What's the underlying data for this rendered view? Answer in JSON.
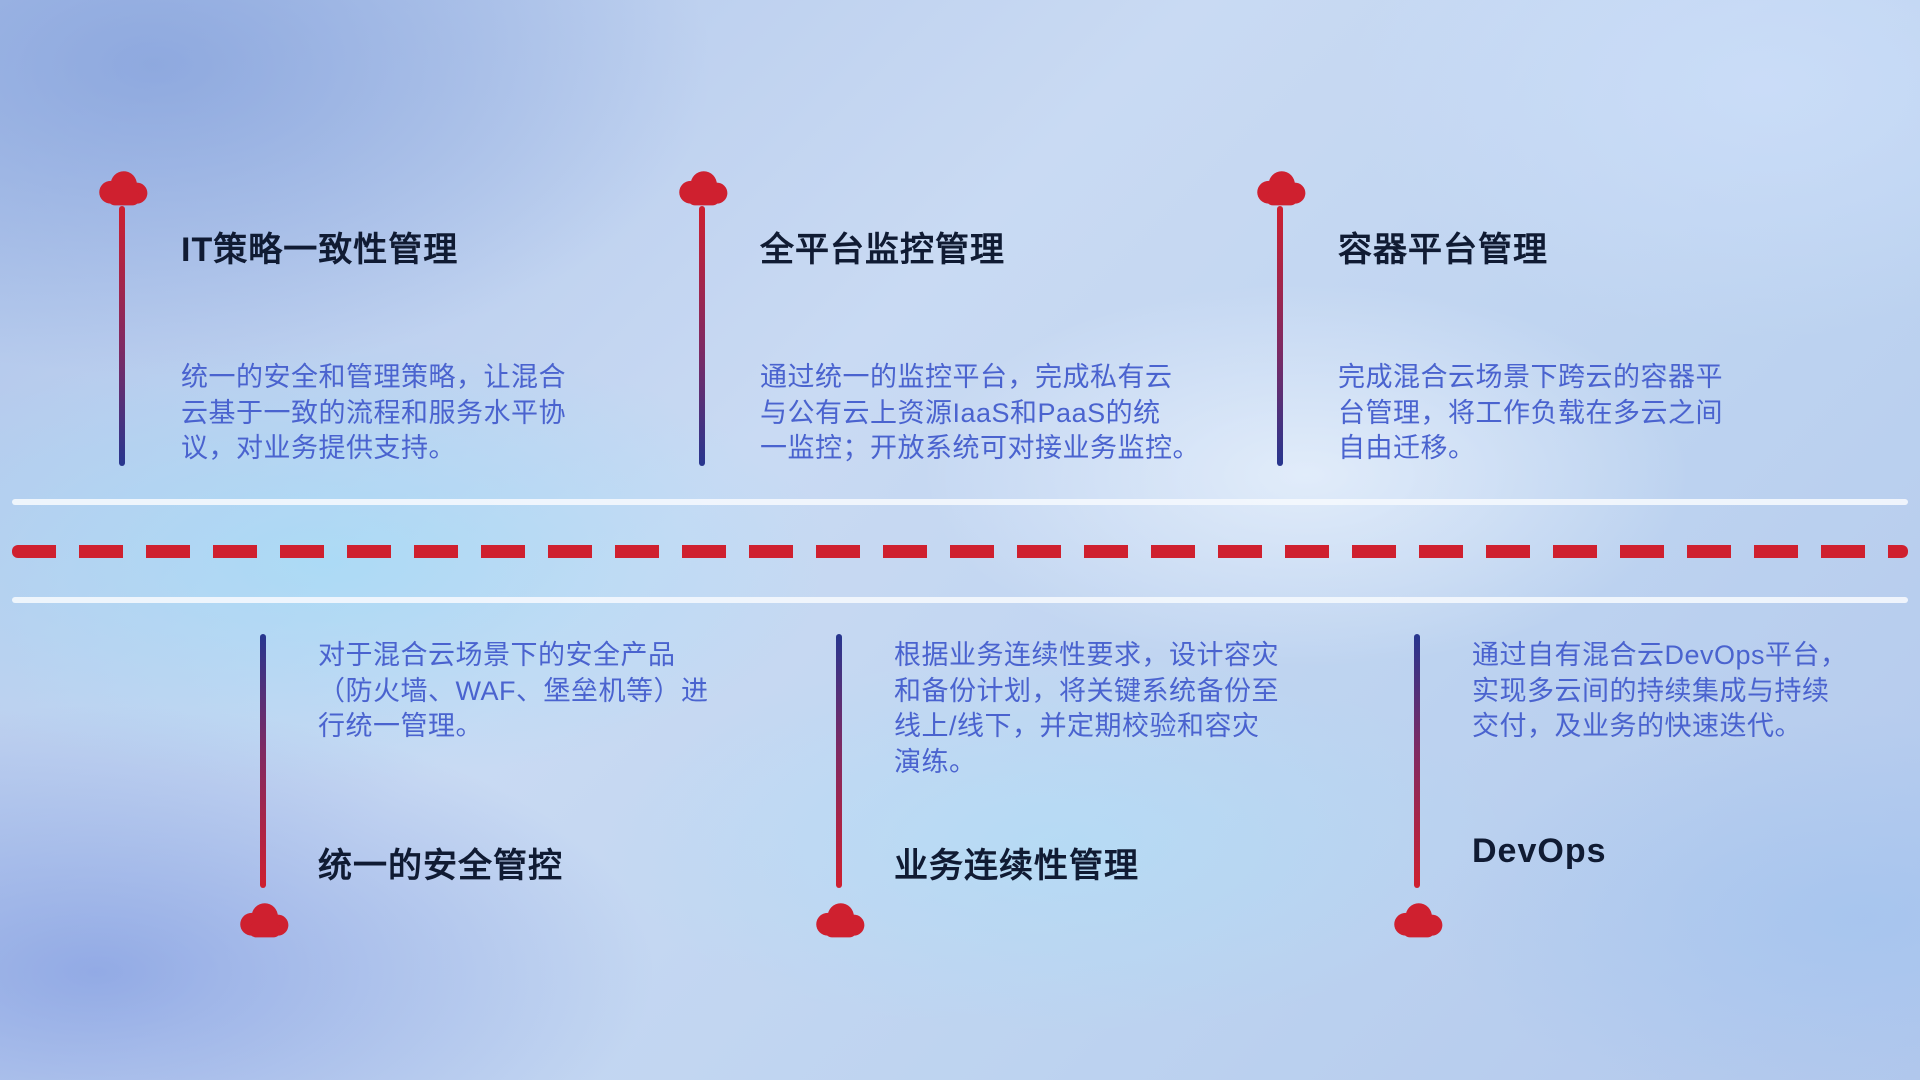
{
  "theme": {
    "accent_red": "#cf202f",
    "line_blue": "#27368f",
    "title_color": "#101b33",
    "description_color": "#4a63cf",
    "divider_white": "#f3f7fd",
    "background_base": "#bdd3f0"
  },
  "icons": {
    "cloud": "cloud-icon"
  },
  "top_items": [
    {
      "title": "IT策略一致性管理",
      "description": "统一的安全和管理策略，让混合\n云基于一致的流程和服务水平协\n议，对业务提供支持。"
    },
    {
      "title": "全平台监控管理",
      "description": "通过统一的监控平台，完成私有云\n与公有云上资源IaaS和PaaS的统\n一监控；开放系统可对接业务监控。"
    },
    {
      "title": "容器平台管理",
      "description": "完成混合云场景下跨云的容器平\n台管理，将工作负载在多云之间\n自由迁移。"
    }
  ],
  "bottom_items": [
    {
      "title": "统一的安全管控",
      "description": "对于混合云场景下的安全产品\n（防火墙、WAF、堡垒机等）进\n行统一管理。"
    },
    {
      "title": "业务连续性管理",
      "description": "根据业务连续性要求，设计容灾\n和备份计划，将关键系统备份至\n线上/线下，并定期校验和容灾\n演练。"
    },
    {
      "title": "DevOps",
      "description": "通过自有混合云DevOps平台，\n实现多云间的持续集成与持续\n交付，及业务的快速迭代。"
    }
  ]
}
